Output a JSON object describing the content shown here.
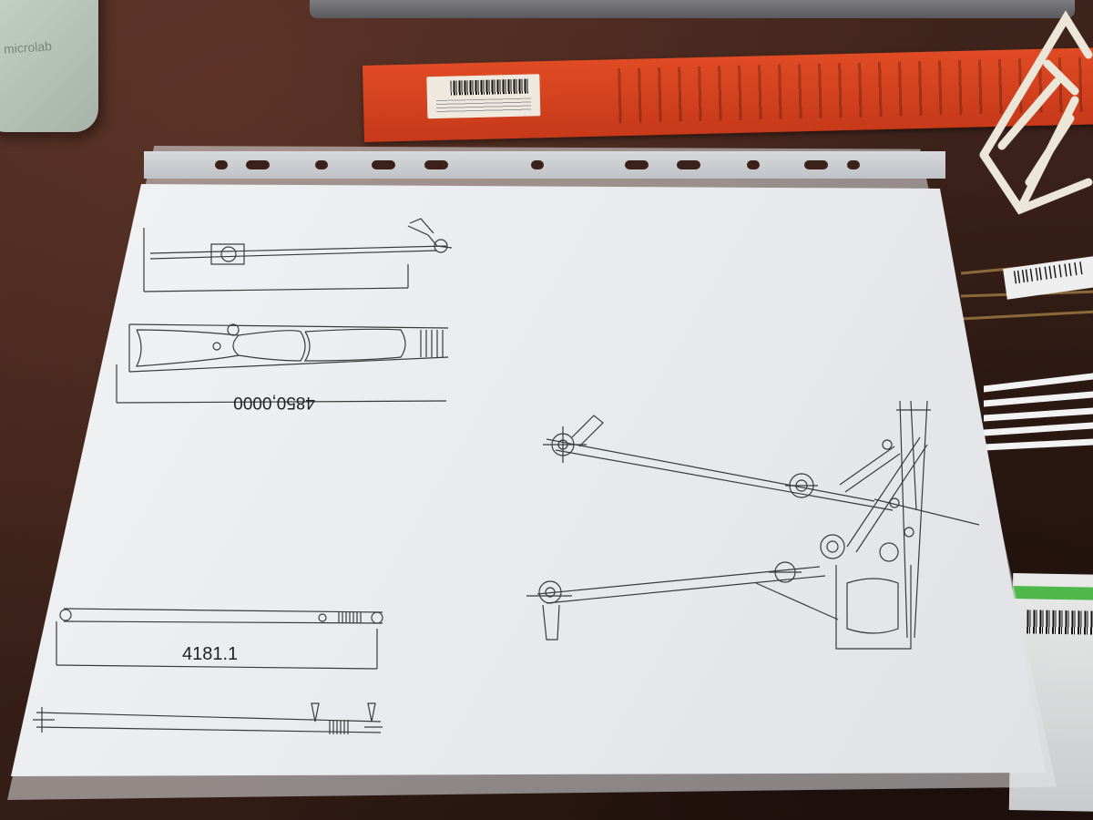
{
  "speaker": {
    "logo": "microlab"
  },
  "drawing": {
    "dimension_top": "4850,0000",
    "dimension_bottom": "4181.1"
  }
}
